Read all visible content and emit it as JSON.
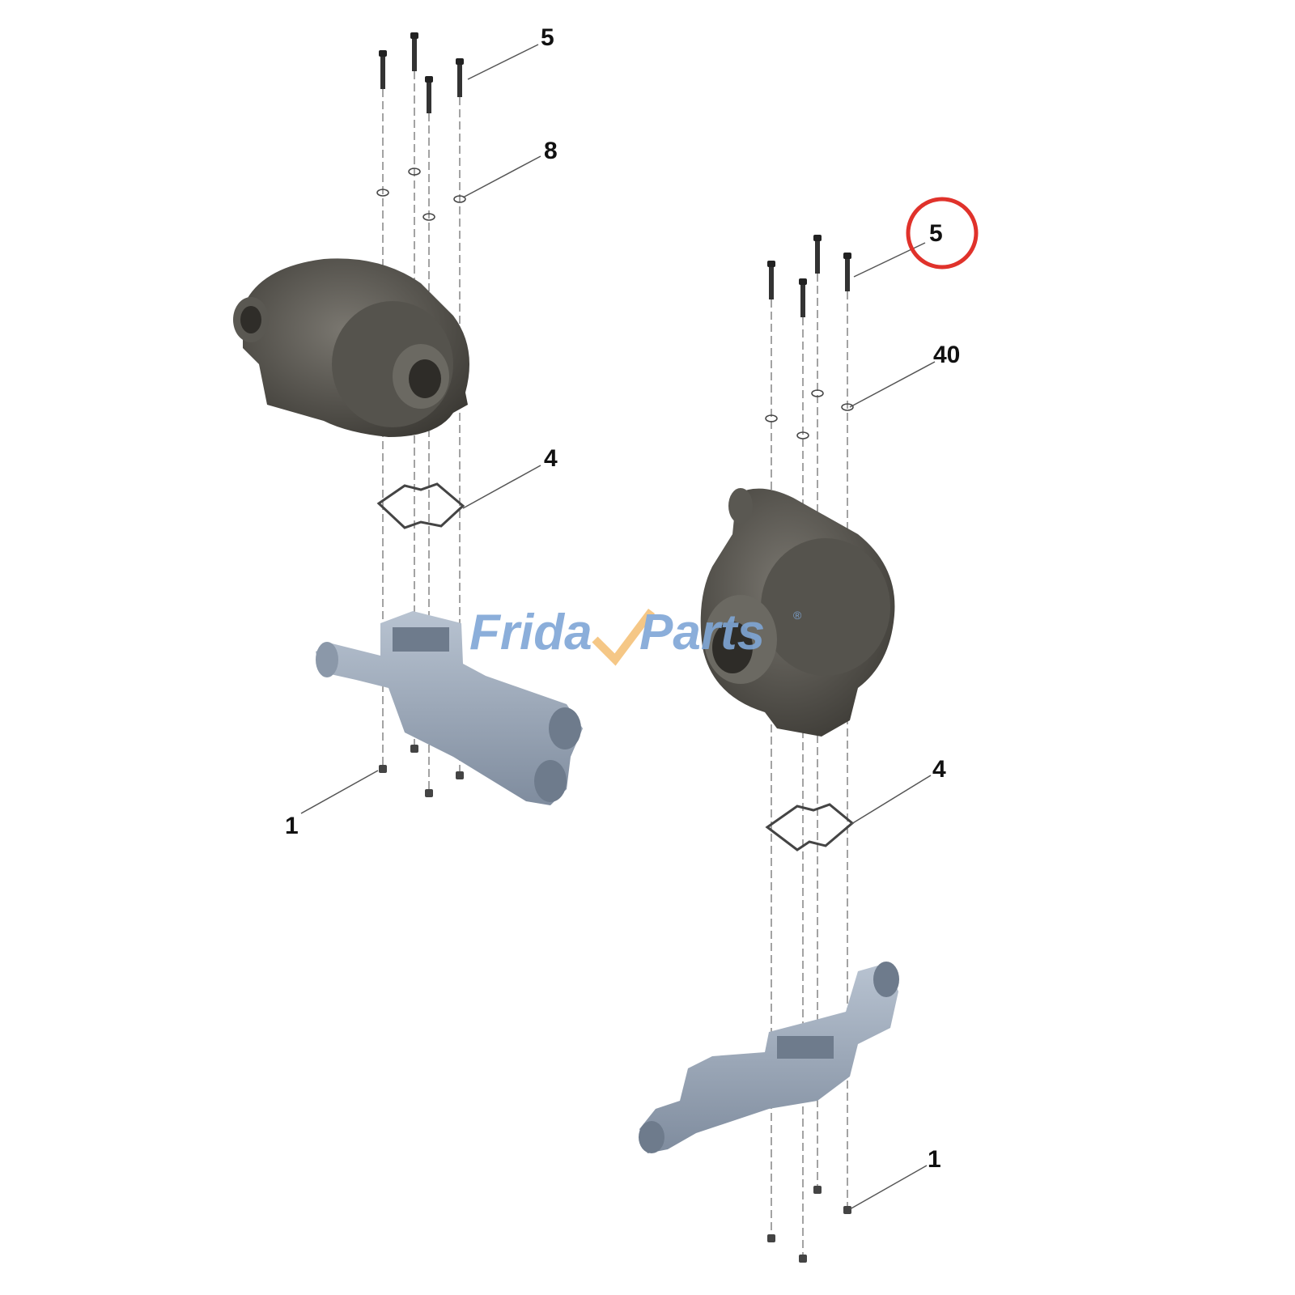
{
  "diagram": {
    "left_assembly": {
      "callouts": [
        "5",
        "8",
        "4",
        "1"
      ]
    },
    "right_assembly": {
      "callouts": [
        "5",
        "40",
        "4",
        "1"
      ],
      "highlighted_callout": "5"
    }
  },
  "watermark": {
    "text_a": "Frida",
    "text_b": "Parts",
    "mark": "®",
    "colors": {
      "text": "#7fa6d6",
      "check": "#f5c27a"
    }
  },
  "colors": {
    "turbo": "#4a4843",
    "manifold": "#9aa7b8",
    "highlight_circle": "#e0322b",
    "lines": "#555555"
  }
}
